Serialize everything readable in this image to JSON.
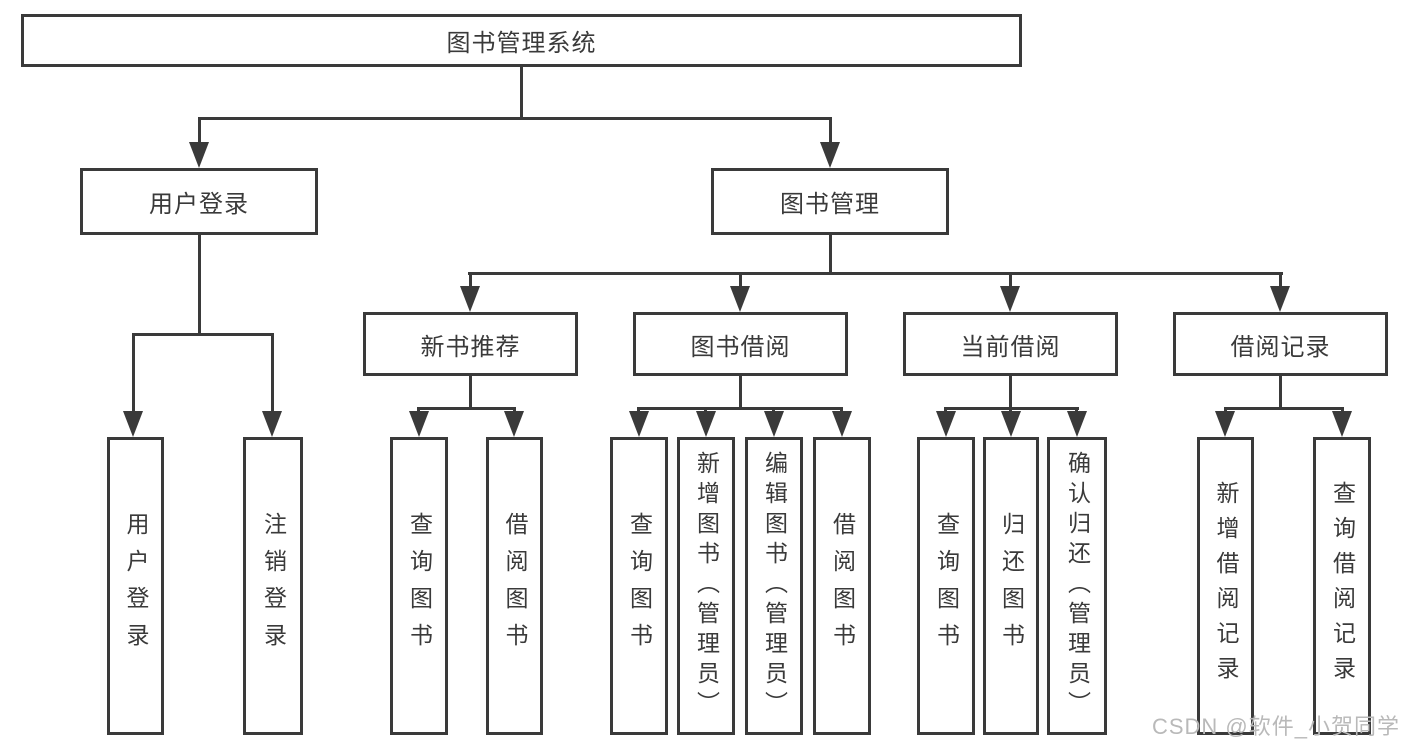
{
  "tree": {
    "root": {
      "label": "图书管理系统"
    },
    "user_login": {
      "label": "用户登录",
      "children": [
        {
          "label": "用户登录"
        },
        {
          "label": "注销登录"
        }
      ]
    },
    "book_management": {
      "label": "图书管理",
      "sections": [
        {
          "label": "新书推荐",
          "children": [
            {
              "label": "查询图书"
            },
            {
              "label": "借阅图书"
            }
          ]
        },
        {
          "label": "图书借阅",
          "children": [
            {
              "label": "查询图书"
            },
            {
              "label": "新增图书（管理员）"
            },
            {
              "label": "编辑图书（管理员）"
            },
            {
              "label": "借阅图书"
            }
          ]
        },
        {
          "label": "当前借阅",
          "children": [
            {
              "label": "查询图书"
            },
            {
              "label": "归还图书"
            },
            {
              "label": "确认归还（管理员）"
            }
          ]
        },
        {
          "label": "借阅记录",
          "children": [
            {
              "label": "新增借阅记录"
            },
            {
              "label": "查询借阅记录"
            }
          ]
        }
      ]
    }
  },
  "watermark": "CSDN @软件_小贺同学",
  "colors": {
    "line": "#3a3a3a",
    "box_border": "#3a3a3a",
    "box_background": "#ffffff",
    "text": "#3a3a3a",
    "watermark": "#b9b9b9",
    "background": "#ffffff"
  }
}
